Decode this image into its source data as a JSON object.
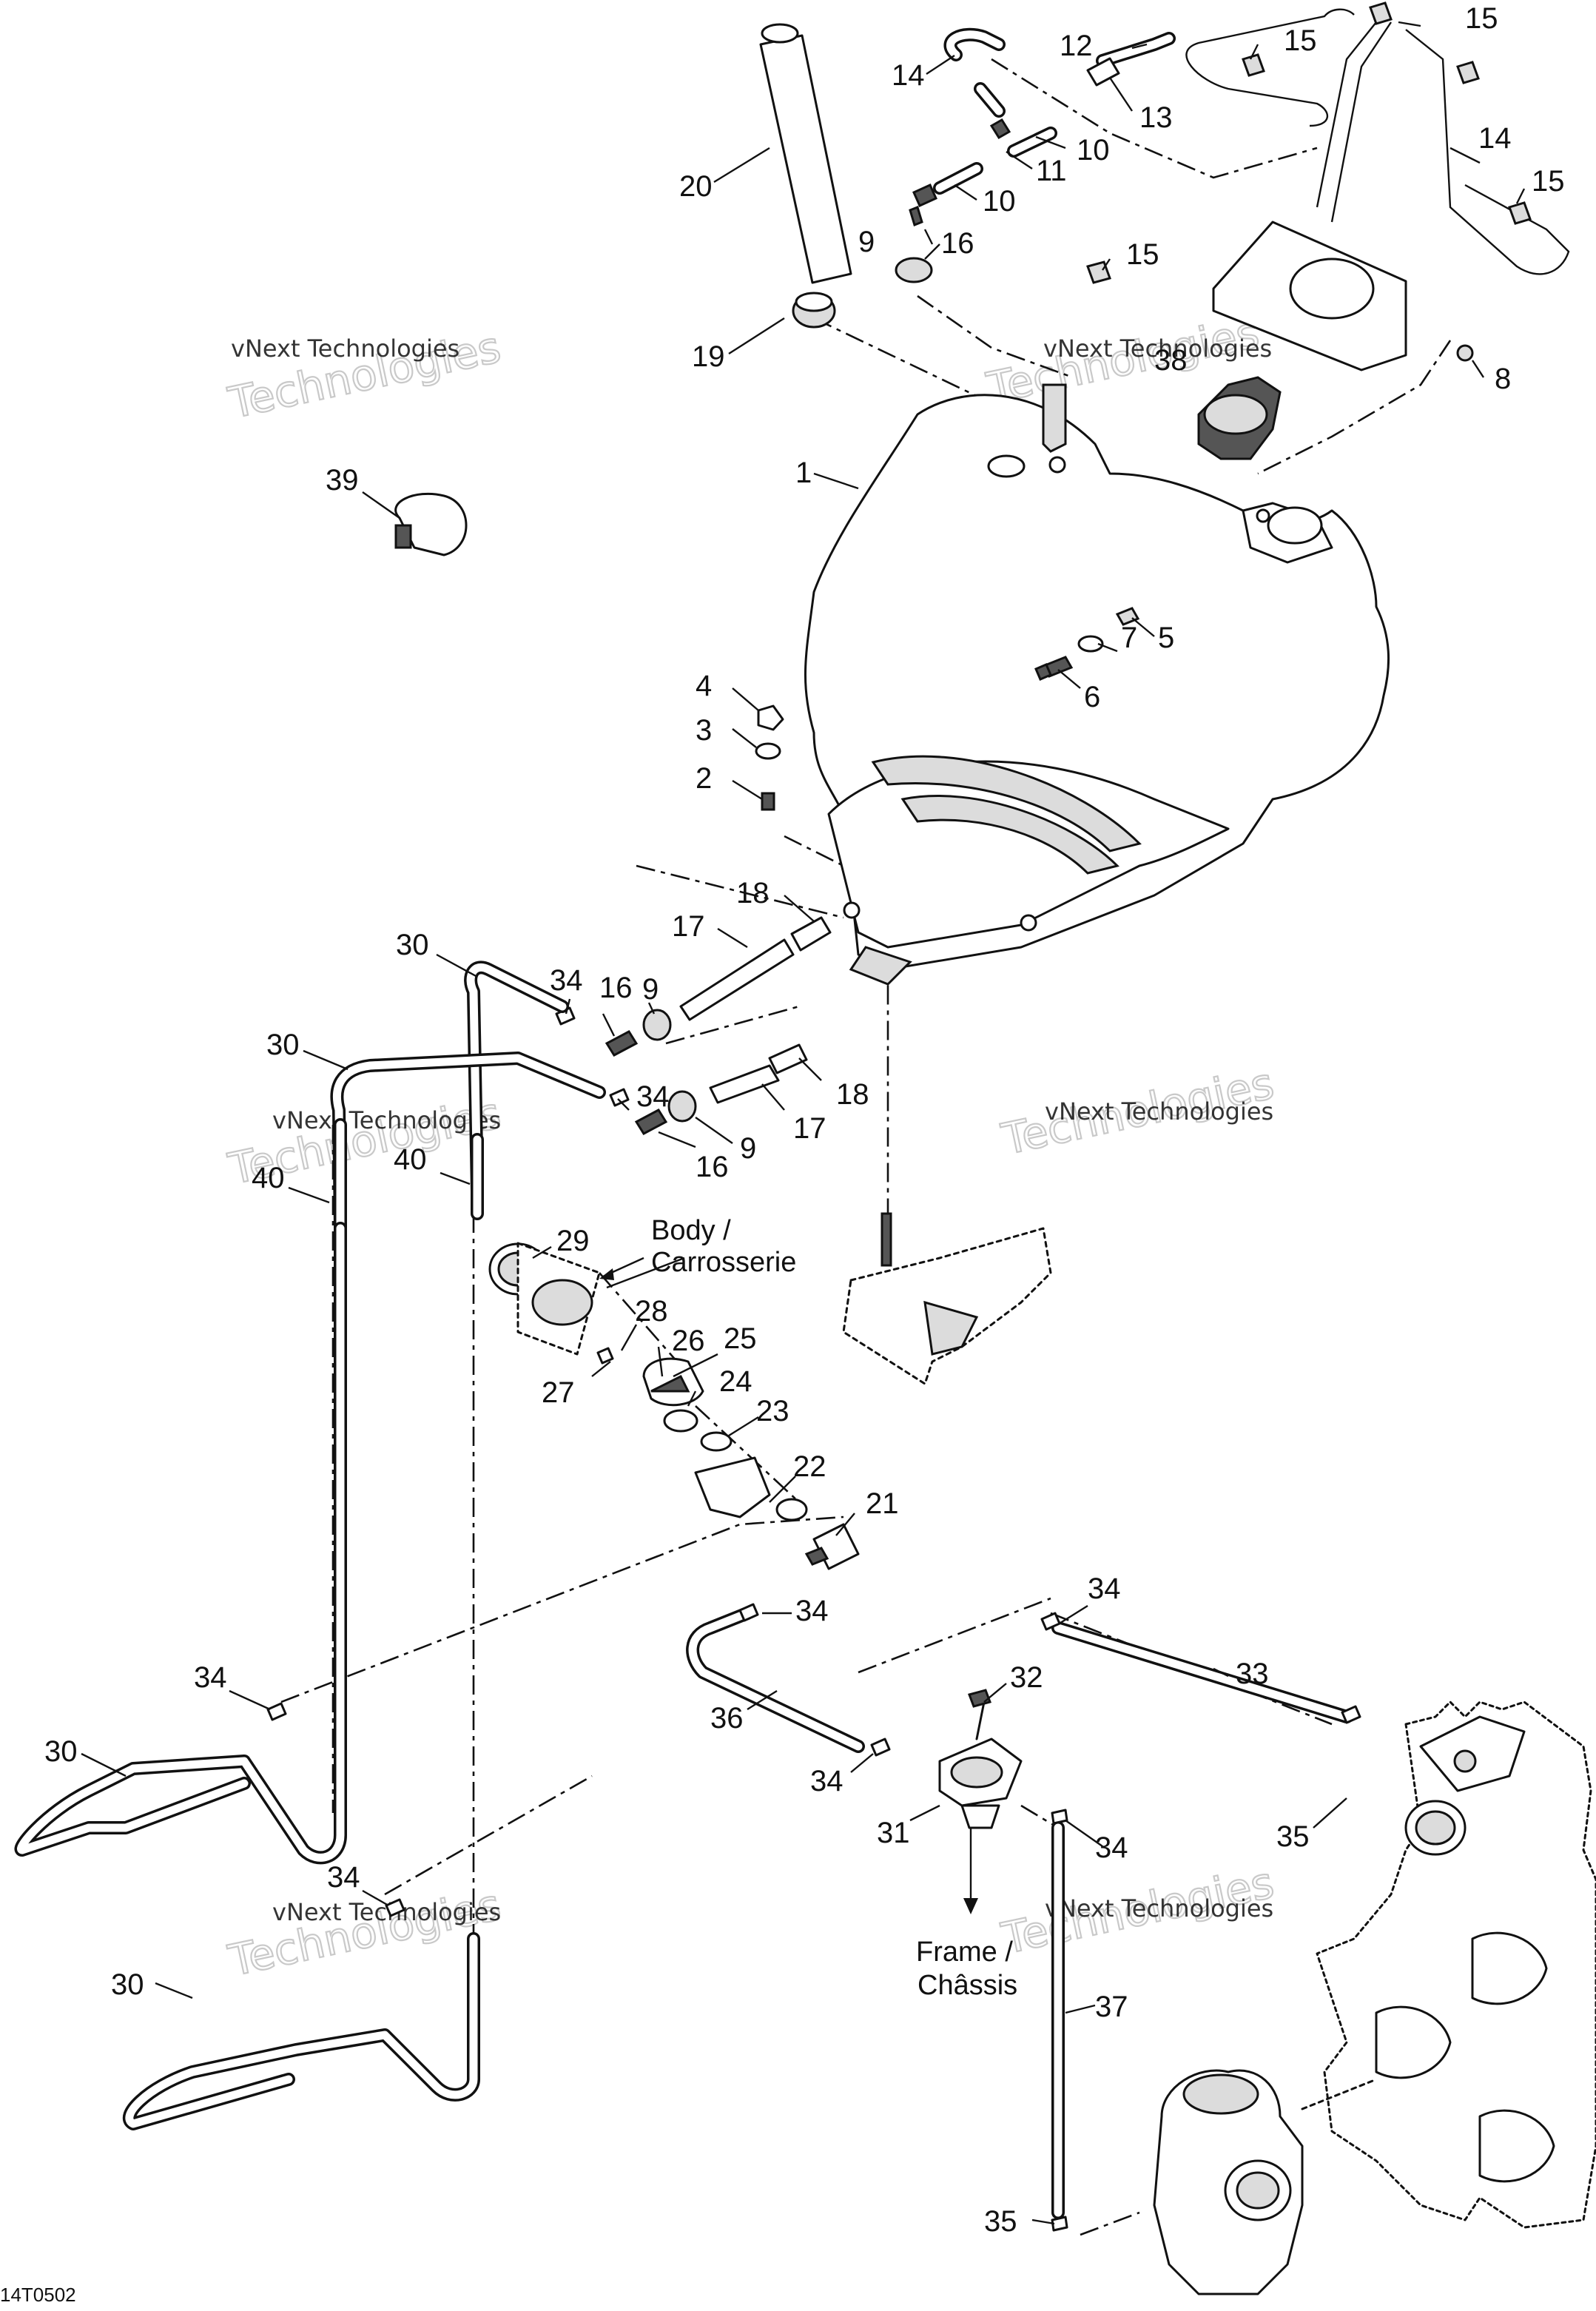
{
  "diagram": {
    "figure_id": "14T0502",
    "watermark": {
      "line1": "vNext Technologies",
      "line2": "Technologies",
      "small": "vNext"
    },
    "captions": {
      "body_en": "Body /",
      "body_fr": "Carrosserie",
      "frame_en": "Frame /",
      "frame_fr": "Châssis"
    },
    "callouts": [
      {
        "id": "c20",
        "text": "20"
      },
      {
        "id": "c19",
        "text": "19"
      },
      {
        "id": "c14a",
        "text": "14"
      },
      {
        "id": "c12",
        "text": "12"
      },
      {
        "id": "c13",
        "text": "13"
      },
      {
        "id": "c10a",
        "text": "10"
      },
      {
        "id": "c11",
        "text": "11"
      },
      {
        "id": "c10b",
        "text": "10"
      },
      {
        "id": "c9a",
        "text": "9"
      },
      {
        "id": "c16a",
        "text": "16"
      },
      {
        "id": "c15a",
        "text": "15"
      },
      {
        "id": "c15b",
        "text": "15"
      },
      {
        "id": "c15c",
        "text": "15"
      },
      {
        "id": "c15d",
        "text": "15"
      },
      {
        "id": "c14b",
        "text": "14"
      },
      {
        "id": "c8",
        "text": "8"
      },
      {
        "id": "c38",
        "text": "38"
      },
      {
        "id": "c39",
        "text": "39"
      },
      {
        "id": "c1",
        "text": "1"
      },
      {
        "id": "c5",
        "text": "5"
      },
      {
        "id": "c7",
        "text": "7"
      },
      {
        "id": "c6",
        "text": "6"
      },
      {
        "id": "c4",
        "text": "4"
      },
      {
        "id": "c3",
        "text": "3"
      },
      {
        "id": "c2",
        "text": "2"
      },
      {
        "id": "c18a",
        "text": "18"
      },
      {
        "id": "c17a",
        "text": "17"
      },
      {
        "id": "c30a",
        "text": "30"
      },
      {
        "id": "c34a",
        "text": "34"
      },
      {
        "id": "c16b",
        "text": "16"
      },
      {
        "id": "c9b",
        "text": "9"
      },
      {
        "id": "c30b",
        "text": "30"
      },
      {
        "id": "c34b",
        "text": "34"
      },
      {
        "id": "c18b",
        "text": "18"
      },
      {
        "id": "c17b",
        "text": "17"
      },
      {
        "id": "c9c",
        "text": "9"
      },
      {
        "id": "c16c",
        "text": "16"
      },
      {
        "id": "c40a",
        "text": "40"
      },
      {
        "id": "c40b",
        "text": "40"
      },
      {
        "id": "c29",
        "text": "29"
      },
      {
        "id": "c28",
        "text": "28"
      },
      {
        "id": "c26",
        "text": "26"
      },
      {
        "id": "c25",
        "text": "25"
      },
      {
        "id": "c27",
        "text": "27"
      },
      {
        "id": "c24",
        "text": "24"
      },
      {
        "id": "c23",
        "text": "23"
      },
      {
        "id": "c22",
        "text": "22"
      },
      {
        "id": "c21",
        "text": "21"
      },
      {
        "id": "c34c",
        "text": "34"
      },
      {
        "id": "c34d",
        "text": "34"
      },
      {
        "id": "c34e",
        "text": "34"
      },
      {
        "id": "c32",
        "text": "32"
      },
      {
        "id": "c33",
        "text": "33"
      },
      {
        "id": "c36",
        "text": "36"
      },
      {
        "id": "c34f",
        "text": "34"
      },
      {
        "id": "c31",
        "text": "31"
      },
      {
        "id": "c35a",
        "text": "35"
      },
      {
        "id": "c34g",
        "text": "34"
      },
      {
        "id": "c30c",
        "text": "30"
      },
      {
        "id": "c37",
        "text": "37"
      },
      {
        "id": "c34h",
        "text": "34"
      },
      {
        "id": "c30d",
        "text": "30"
      },
      {
        "id": "c35b",
        "text": "35"
      }
    ]
  }
}
